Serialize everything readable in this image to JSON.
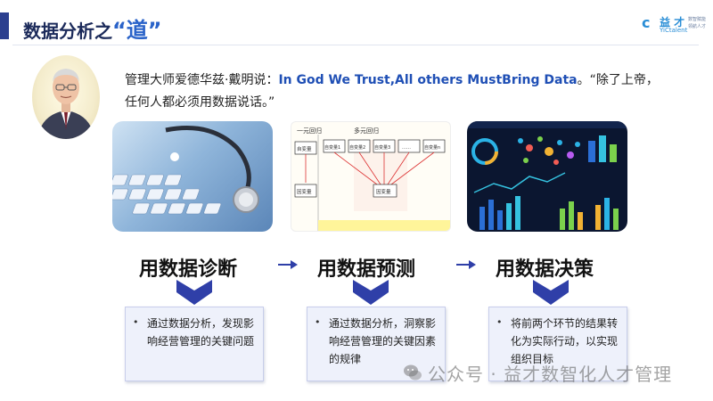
{
  "header": {
    "title_prefix": "数据分析之",
    "title_key": "“道”"
  },
  "logo": {
    "cn": "益 才",
    "en": "YiCtalent",
    "tag1": "数智赋能",
    "tag2": "领航人才",
    "icon": "ribbon-logo-icon"
  },
  "portrait": {
    "icon": "person-portrait-icon"
  },
  "quote": {
    "lead": "管理大师爱德华兹·戴明说：",
    "emphasis": "In God We Trust,All others MustBring Data",
    "tail": "。“除了上帝，任何人都必须用数据说话。”"
  },
  "images": [
    {
      "icon": "stethoscope-keyboard-photo"
    },
    {
      "icon": "regression-diagram-image",
      "left_heading": "一元回归",
      "right_heading": "多元回归",
      "left_node": "自变量",
      "left_target": "因变量",
      "right_nodes": [
        "自变量1",
        "自变量2",
        "自变量3",
        "……",
        "自变量n"
      ],
      "right_target": "因变量"
    },
    {
      "icon": "analytics-dashboard-image"
    }
  ],
  "columns": [
    {
      "title": "用数据诊断",
      "bullet": "•",
      "text": "通过数据分析，发现影响经营管理的关键问题"
    },
    {
      "title": "用数据预测",
      "bullet": "•",
      "text": "通过数据分析，洞察影响经营管理的关键因素的规律"
    },
    {
      "title": "用数据决策",
      "bullet": "•",
      "text": "将前两个环节的结果转化为实际行动，以实现组织目标"
    }
  ],
  "watermark": {
    "text": "公众号 · 益才数智化人才管理",
    "icon": "wechat-icon"
  },
  "colors": {
    "accent": "#2b3f8f",
    "highlight": "#2a63c9",
    "quote_emphasis": "#1f4fb5",
    "chevron": "#2f3fa8",
    "box_fill": "#eef1fb"
  }
}
